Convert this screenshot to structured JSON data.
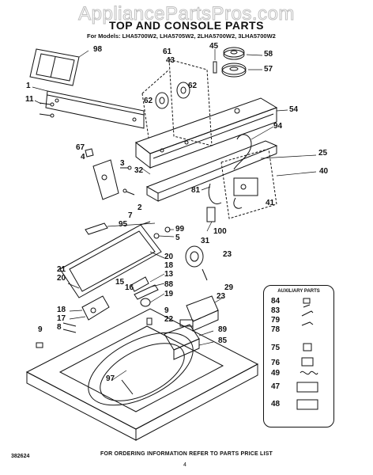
{
  "watermark": "AppliancePartsPros.com",
  "title": "TOP AND CONSOLE PARTS",
  "models": "For Models: LHA5700W2, LHA5705W2, 2LHA5700W2, 3LHA5700W2",
  "footer": "FOR ORDERING INFORMATION REFER TO PARTS PRICE LIST",
  "doc_code": "382624",
  "page_number": "4",
  "aux_title": "AUXILIARY PARTS",
  "callouts": [
    {
      "id": "c98",
      "text": "98"
    },
    {
      "id": "c1",
      "text": "1"
    },
    {
      "id": "c11",
      "text": "11"
    },
    {
      "id": "c61",
      "text": "61"
    },
    {
      "id": "c43",
      "text": "43"
    },
    {
      "id": "c62a",
      "text": "62"
    },
    {
      "id": "c62b",
      "text": "62"
    },
    {
      "id": "c45",
      "text": "45"
    },
    {
      "id": "c58",
      "text": "58"
    },
    {
      "id": "c57",
      "text": "57"
    },
    {
      "id": "c54",
      "text": "54"
    },
    {
      "id": "c94",
      "text": "94"
    },
    {
      "id": "c25",
      "text": "25"
    },
    {
      "id": "c40",
      "text": "40"
    },
    {
      "id": "c67",
      "text": "67"
    },
    {
      "id": "c4",
      "text": "4"
    },
    {
      "id": "c3",
      "text": "3"
    },
    {
      "id": "c32",
      "text": "32"
    },
    {
      "id": "c81",
      "text": "81"
    },
    {
      "id": "c41",
      "text": "41"
    },
    {
      "id": "c2",
      "text": "2"
    },
    {
      "id": "c7",
      "text": "7"
    },
    {
      "id": "c95",
      "text": "95"
    },
    {
      "id": "c99",
      "text": "99"
    },
    {
      "id": "c5",
      "text": "5"
    },
    {
      "id": "c100",
      "text": "100"
    },
    {
      "id": "c31",
      "text": "31"
    },
    {
      "id": "c23a",
      "text": "23"
    },
    {
      "id": "c20a",
      "text": "20"
    },
    {
      "id": "c18a",
      "text": "18"
    },
    {
      "id": "c13",
      "text": "13"
    },
    {
      "id": "c21",
      "text": "21"
    },
    {
      "id": "c20b",
      "text": "20"
    },
    {
      "id": "c15",
      "text": "15"
    },
    {
      "id": "c16",
      "text": "16"
    },
    {
      "id": "c88",
      "text": "88"
    },
    {
      "id": "c19",
      "text": "19"
    },
    {
      "id": "c29",
      "text": "29"
    },
    {
      "id": "c23b",
      "text": "23"
    },
    {
      "id": "c18b",
      "text": "18"
    },
    {
      "id": "c17",
      "text": "17"
    },
    {
      "id": "c8",
      "text": "8"
    },
    {
      "id": "c9a",
      "text": "9"
    },
    {
      "id": "c9b",
      "text": "9"
    },
    {
      "id": "c22",
      "text": "22"
    },
    {
      "id": "c89",
      "text": "89"
    },
    {
      "id": "c85",
      "text": "85"
    },
    {
      "id": "c97",
      "text": "97"
    },
    {
      "id": "a84",
      "text": "84"
    },
    {
      "id": "a83",
      "text": "83"
    },
    {
      "id": "a79",
      "text": "79"
    },
    {
      "id": "a78",
      "text": "78"
    },
    {
      "id": "a75",
      "text": "75"
    },
    {
      "id": "a76",
      "text": "76"
    },
    {
      "id": "a49",
      "text": "49"
    },
    {
      "id": "a47",
      "text": "47"
    },
    {
      "id": "a48",
      "text": "48"
    }
  ]
}
